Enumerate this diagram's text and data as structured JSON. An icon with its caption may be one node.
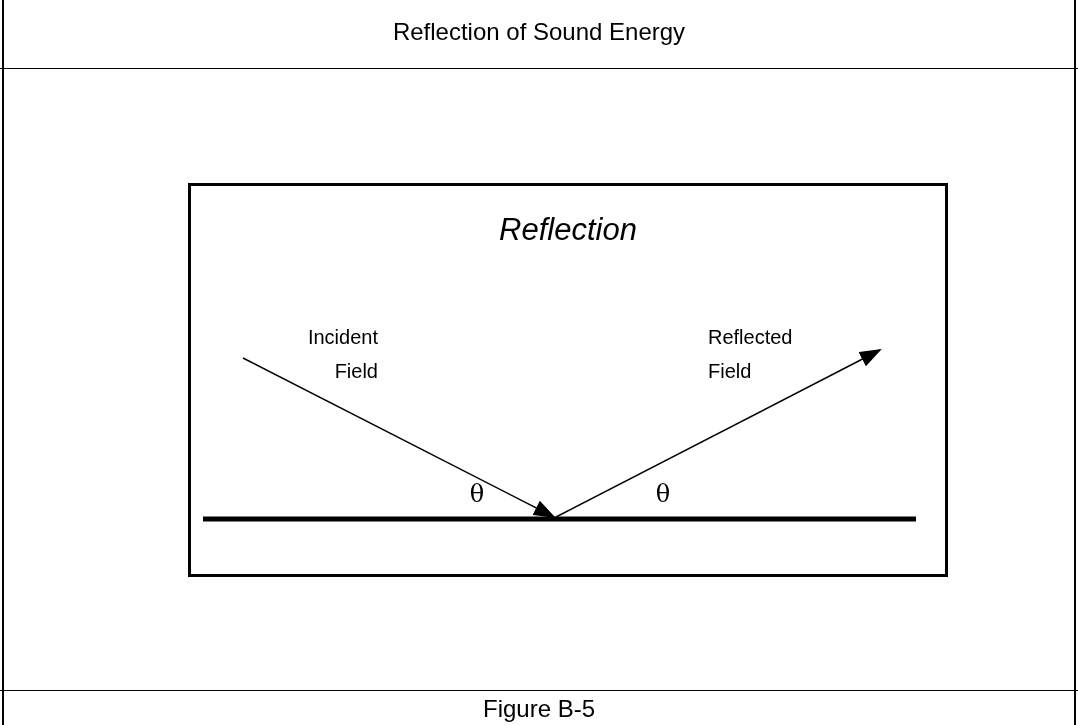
{
  "diagram": {
    "title": "Reflection of Sound Energy",
    "caption": "Figure B-5",
    "nodes": [
      {
        "text": [
          "Reflection"
        ]
      }
    ],
    "edges": [],
    "labels": [
      "Incident Field",
      "Reflected Field",
      "θ",
      "θ"
    ]
  }
}
